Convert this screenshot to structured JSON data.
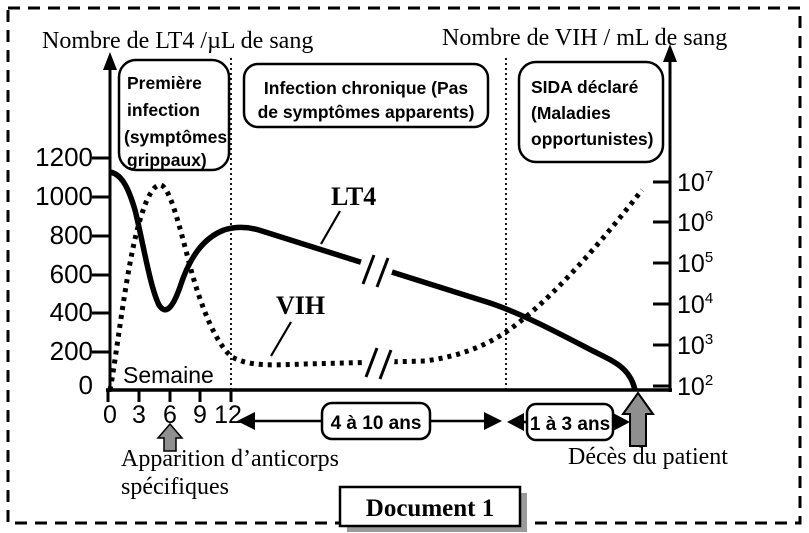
{
  "figure": {
    "caption": "Document 1",
    "left_axis_title": "Nombre de LT4 /µL de sang",
    "right_axis_title": "Nombre de VIH / mL de sang",
    "x_axis_label": "Semaine",
    "left_ticks": [
      "1200",
      "1000",
      "800",
      "600",
      "400",
      "200",
      "0"
    ],
    "x_ticks": [
      "0",
      "3",
      "6",
      "9",
      "12"
    ],
    "right_ticks": [
      {
        "base": "10",
        "exp": "7"
      },
      {
        "base": "10",
        "exp": "6"
      },
      {
        "base": "10",
        "exp": "5"
      },
      {
        "base": "10",
        "exp": "4"
      },
      {
        "base": "10",
        "exp": "3"
      },
      {
        "base": "10",
        "exp": "2"
      }
    ],
    "phase_boxes": {
      "first_infection": {
        "lines": [
          "Première",
          "infection",
          "(symptômes",
          "grippaux)"
        ]
      },
      "chronic": {
        "lines": [
          "Infection chronique (Pas",
          "de symptômes apparents)"
        ]
      },
      "aids": {
        "lines": [
          "SIDA déclaré",
          "(Maladies",
          "opportunistes)"
        ]
      }
    },
    "curve_labels": {
      "lt4": "LT4",
      "vih": "VIH"
    },
    "durations": {
      "chronic": "4 à 10 ans",
      "aids": "1 à 3 ans"
    },
    "annotations": {
      "antibodies_line1": "Apparition d’anticorps",
      "antibodies_line2": "spécifiques",
      "death": "Décès du patient"
    }
  },
  "colors": {
    "ink": "#000000",
    "arrow_grey": "#8f8f8f",
    "shadow_grey": "#9a9a9a"
  },
  "chart_data": {
    "type": "line",
    "title": "Document 1 — Évolution des LT4 et du VIH au cours de l'infection",
    "x_axis": {
      "label": "Semaine",
      "week_ticks": [
        0,
        3,
        6,
        9,
        12
      ],
      "axis_break_after_week": 12,
      "phase_durations_after_break": [
        "4 à 10 ans",
        "1 à 3 ans"
      ],
      "phases": [
        "Première infection (symptômes grippaux)",
        "Infection chronique (Pas de symptômes apparents)",
        "SIDA déclaré (Maladies opportunistes)"
      ]
    },
    "y_left": {
      "label": "Nombre de LT4 /µL de sang",
      "ticks": [
        0,
        200,
        400,
        600,
        800,
        1000,
        1200
      ],
      "range": [
        0,
        1300
      ],
      "scale": "linear"
    },
    "y_right": {
      "label": "Nombre de VIH / mL de sang",
      "ticks": [
        "10^2",
        "10^3",
        "10^4",
        "10^5",
        "10^6",
        "10^7"
      ],
      "scale": "log"
    },
    "grid": false,
    "legend_position": "labels-on-curves",
    "series": [
      {
        "name": "LT4",
        "style": "solid",
        "axis": "left",
        "points": [
          {
            "x": "semaine 0",
            "y": 1150
          },
          {
            "x": "semaine 3",
            "y": 1050
          },
          {
            "x": "semaine 5-6 (minimum)",
            "y": 420
          },
          {
            "x": "semaine 9",
            "y": 720
          },
          {
            "x": "semaine 12 (pic secondaire)",
            "y": 840
          },
          {
            "x": "fin de phase chronique (4 à 10 ans)",
            "y": 400
          },
          {
            "x": "décès du patient (1 à 3 ans après)",
            "y": 0
          }
        ]
      },
      {
        "name": "VIH",
        "style": "dotted",
        "axis": "right",
        "points": [
          {
            "x": "semaine 0",
            "y": "≈10^2"
          },
          {
            "x": "semaine 5 (pic)",
            "y": "≈10^7"
          },
          {
            "x": "semaine 12",
            "y": "≈10^3"
          },
          {
            "x": "phase chronique (plateau)",
            "y": "≈5×10^2"
          },
          {
            "x": "décès du patient",
            "y": "≈10^7"
          }
        ]
      }
    ],
    "annotations": [
      {
        "text": "Apparition d’anticorps spécifiques",
        "at": "semaine 6"
      },
      {
        "text": "Décès du patient",
        "at": "fin de la courbe LT4 (retour à 0)"
      }
    ]
  }
}
